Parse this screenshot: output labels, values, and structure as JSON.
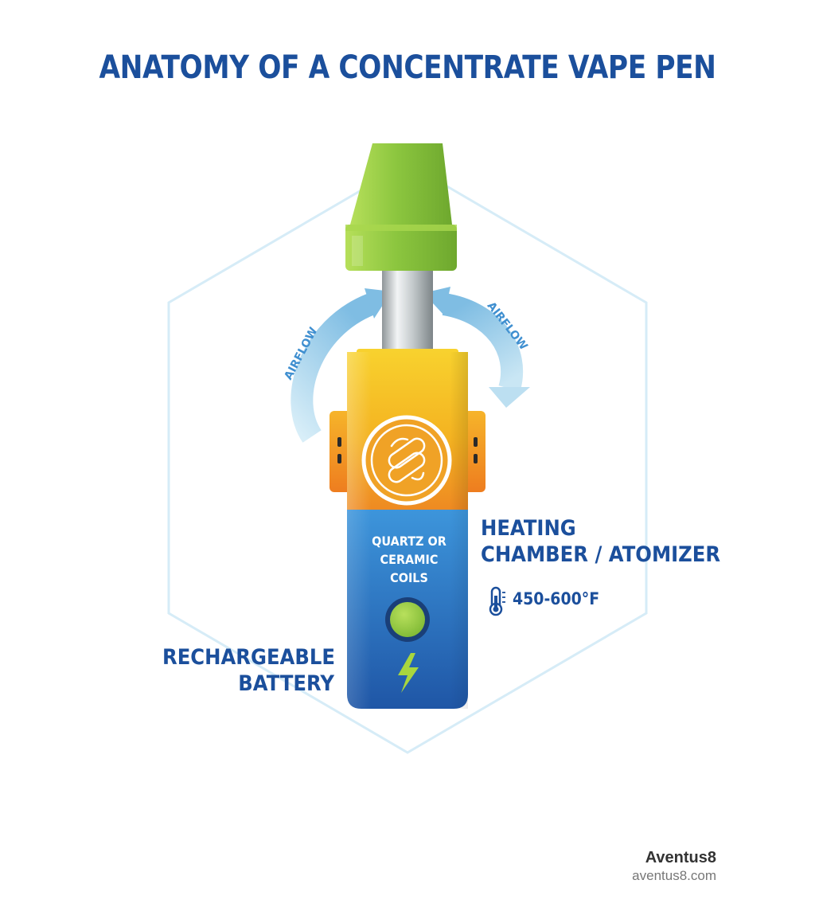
{
  "title": "ANATOMY OF A CONCENTRATE VAPE PEN",
  "labels": {
    "airflow_left": "AIRFLOW",
    "airflow_right": "AIRFLOW",
    "coil_line1": "QUARTZ OR",
    "coil_line2": "CERAMIC",
    "coil_line3": "COILS",
    "heating_line1": "HEATING",
    "heating_line2": "CHAMBER / ATOMIZER",
    "temperature": "450-600°F",
    "battery_line1": "RECHARGEABLE",
    "battery_line2": "BATTERY"
  },
  "icons": [
    "thermometer-icon",
    "lightning-bolt-icon",
    "logo-emblem-icon",
    "airflow-arrow-icon"
  ],
  "colors": {
    "title": "#1b4f9c",
    "mouthpiece": "#8cc63f",
    "chamber_top": "#f5c518",
    "chamber_bottom": "#f0892a",
    "battery": "#2c79c7",
    "button": "#8cc63f",
    "airflow": "#8cc6e6",
    "hexagon": "#d6ecf7"
  },
  "brand": {
    "name": "Aventus8",
    "url": "aventus8.com"
  }
}
